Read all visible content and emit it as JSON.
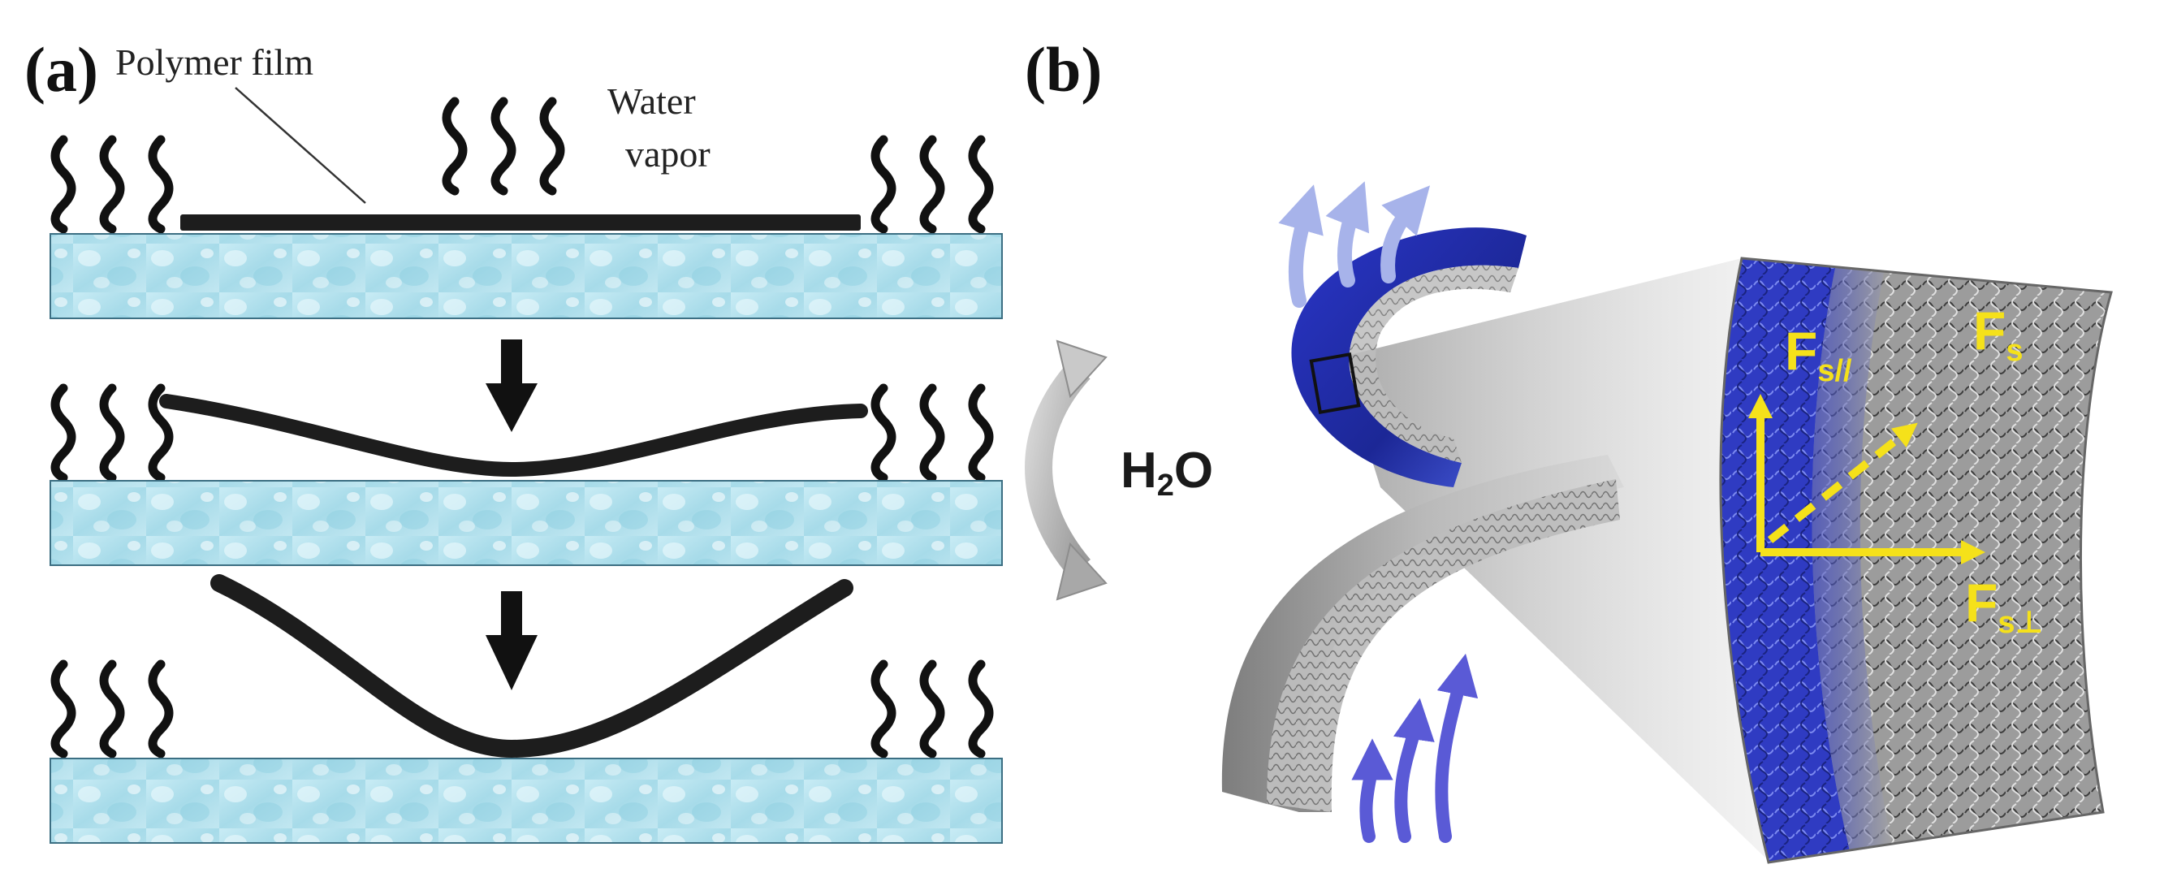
{
  "panel_a": {
    "label": "(a)",
    "film_label": "Polymer film",
    "vapor_label_line1": "Water",
    "vapor_label_line2": "vapor"
  },
  "panel_b": {
    "label": "(b)",
    "h2o_main": "H",
    "h2o_sub": "2",
    "h2o_end": "O",
    "force_parallel_main": "F",
    "force_parallel_sub": "s//",
    "force_total_main": "F",
    "force_total_sub": "s",
    "force_perp_main": "F",
    "force_perp_sub": "s⊥"
  },
  "colors": {
    "water_light": "#d8f1f8",
    "water_mid": "#a9dcea",
    "film_blue": "#1f2fb0",
    "force_yellow": "#f5e11a",
    "flow_arrow": "#5a5ad6"
  }
}
